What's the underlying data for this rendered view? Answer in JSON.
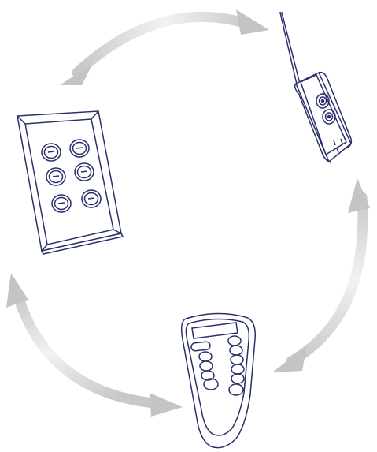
{
  "diagram": {
    "arrows": [
      {
        "name": "arrow-wall-switch-to-plug-module",
        "style": "double-headed"
      },
      {
        "name": "arrow-plug-module-to-remote",
        "style": "double-headed"
      },
      {
        "name": "arrow-remote-to-wall-switch",
        "style": "double-headed"
      }
    ],
    "devices": [
      {
        "name": "wall-switch-panel",
        "icon": "wall-switch-icon",
        "buttons": 6
      },
      {
        "name": "plug-in-module",
        "icon": "plug-module-icon",
        "knobs": 2
      },
      {
        "name": "handheld-remote",
        "icon": "remote-control-icon",
        "buttons": 11
      }
    ],
    "colors": {
      "outline": "#2a2f6b",
      "arrow": "#d7d7d7",
      "background": "#ffffff"
    }
  }
}
